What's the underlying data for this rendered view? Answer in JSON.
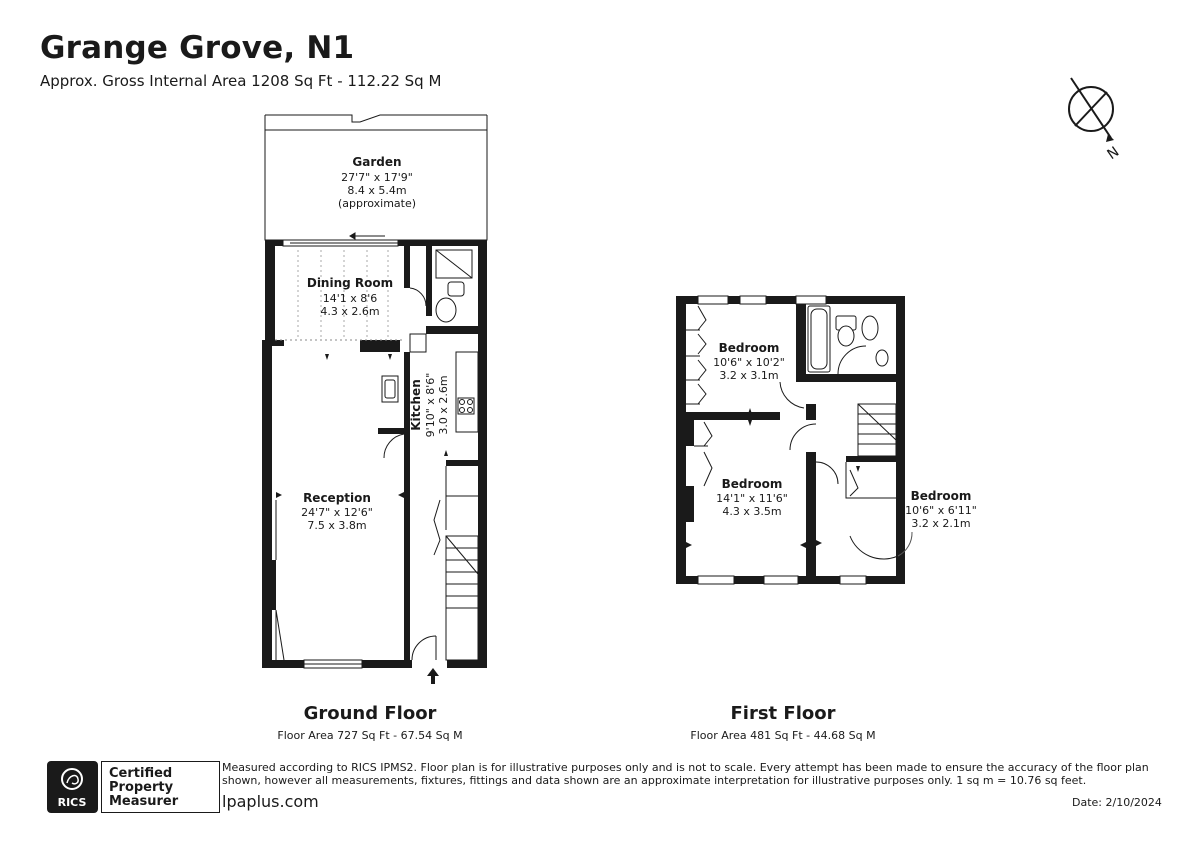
{
  "header": {
    "title": "Grange Grove, N1",
    "subtitle": "Approx. Gross Internal Area 1208 Sq Ft - 112.22 Sq M"
  },
  "compass": {
    "label": "N"
  },
  "ground_floor": {
    "title": "Ground Floor",
    "area": "Floor Area 727 Sq Ft - 67.54 Sq M",
    "rooms": {
      "garden": {
        "name": "Garden",
        "dim_imperial": "27'7\" x 17'9\"",
        "dim_metric": "8.4 x 5.4m",
        "note": "(approximate)"
      },
      "dining": {
        "name": "Dining  Room",
        "dim_imperial": "14'1 x 8'6",
        "dim_metric": "4.3 x 2.6m"
      },
      "kitchen": {
        "name": "Kitchen",
        "dim_imperial": "9'10\" x 8'6\"",
        "dim_metric": "3.0 x 2.6m"
      },
      "reception": {
        "name": "Reception",
        "dim_imperial": "24'7\" x 12'6\"",
        "dim_metric": "7.5 x 3.8m"
      }
    }
  },
  "first_floor": {
    "title": "First Floor",
    "area": "Floor Area 481 Sq Ft - 44.68 Sq M",
    "rooms": {
      "bedroom1": {
        "name": "Bedroom",
        "dim_imperial": "10'6\" x 10'2\"",
        "dim_metric": "3.2 x 3.1m"
      },
      "bedroom2": {
        "name": "Bedroom",
        "dim_imperial": "14'1\" x 11'6\"",
        "dim_metric": "4.3 x 3.5m"
      },
      "bedroom3": {
        "name": "Bedroom",
        "dim_imperial": "10'6\" x 6'11\"",
        "dim_metric": "3.2 x 2.1m"
      }
    }
  },
  "footer": {
    "disclaimer": "Measured according to RICS IPMS2. Floor plan is for illustrative purposes only and is not to scale. Every attempt has been made to ensure the accuracy of the floor plan shown, however all measurements, fixtures, fittings and data shown are an approximate interpretation for illustrative purposes only. 1 sq m = 10.76 sq feet.",
    "website": "lpaplus.com",
    "date": "Date: 2/10/2024",
    "logo_text": "RICS",
    "cert_line1": "Certified",
    "cert_line2": "Property",
    "cert_line3": "Measurer"
  }
}
